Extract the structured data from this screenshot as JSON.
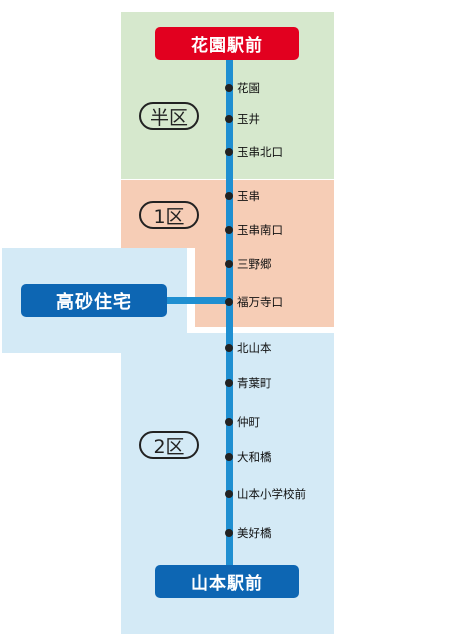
{
  "zones": {
    "half": "半区",
    "one": "1区",
    "two": "2区"
  },
  "terminals": {
    "top": "花園駅前",
    "bottom": "山本駅前",
    "branch": "高砂住宅"
  },
  "stops": [
    {
      "id": "hanazono",
      "name": "花園"
    },
    {
      "id": "tamai",
      "name": "玉井"
    },
    {
      "id": "tamagushi-kitaguchi",
      "name": "玉串北口"
    },
    {
      "id": "tamagushi",
      "name": "玉串"
    },
    {
      "id": "tamagushi-minamiguchi",
      "name": "玉串南口"
    },
    {
      "id": "sannogo",
      "name": "三野郷"
    },
    {
      "id": "fukumanjiguchi",
      "name": "福万寺口"
    },
    {
      "id": "kitayamamoto",
      "name": "北山本"
    },
    {
      "id": "aobacho",
      "name": "青葉町"
    },
    {
      "id": "nakamachi",
      "name": "仲町"
    },
    {
      "id": "yamatobashi",
      "name": "大和橋"
    },
    {
      "id": "yamamoto-shogakkomae",
      "name": "山本小学校前"
    },
    {
      "id": "miyoshibashi",
      "name": "美好橋"
    }
  ],
  "colors": {
    "line": "#1f8fd1",
    "terminal_red": "#e2001f",
    "terminal_blue": "#0d66b3",
    "zone_half": "#d6e8cd",
    "zone_one": "#f6cdb6",
    "zone_two": "#d4eaf6"
  }
}
